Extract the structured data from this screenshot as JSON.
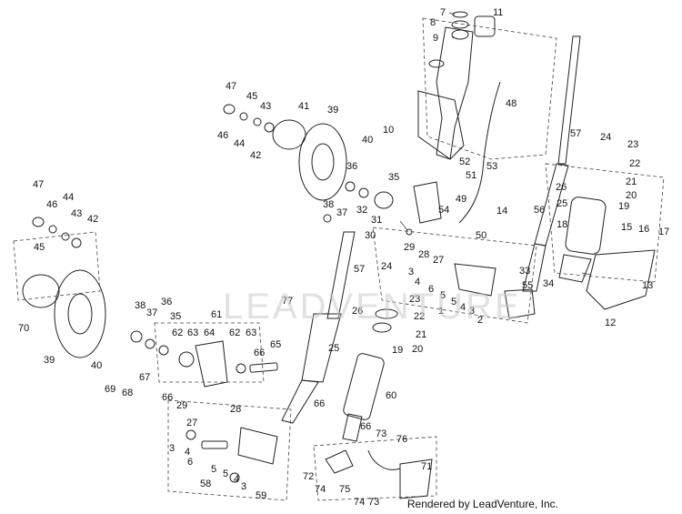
{
  "watermark_text": "LEADVENTURE",
  "footer_text": "Rendered by LeadVenture, Inc.",
  "labels": [
    "7",
    "8",
    "9",
    "11",
    "47",
    "45",
    "46",
    "44",
    "43",
    "41",
    "39",
    "40",
    "42",
    "10",
    "48",
    "52",
    "51",
    "53",
    "57",
    "24",
    "23",
    "22",
    "21",
    "20",
    "19",
    "26",
    "25",
    "18",
    "36",
    "35",
    "38",
    "37",
    "32",
    "31",
    "49",
    "54",
    "14",
    "56",
    "30",
    "29",
    "28",
    "27",
    "50",
    "15",
    "16",
    "17",
    "33",
    "55",
    "34",
    "13",
    "12",
    "47",
    "46",
    "44",
    "43",
    "42",
    "45",
    "70",
    "39",
    "40",
    "38",
    "37",
    "36",
    "35",
    "61",
    "62",
    "64",
    "62",
    "63",
    "63",
    "66",
    "65",
    "69",
    "68",
    "67",
    "66",
    "29",
    "28",
    "27",
    "4",
    "3",
    "6",
    "5",
    "5",
    "4",
    "3",
    "58",
    "59",
    "57",
    "77",
    "26",
    "25",
    "24",
    "3",
    "4",
    "6",
    "5",
    "23",
    "22",
    "21",
    "20",
    "19",
    "5",
    "4",
    "3",
    "2",
    "1",
    "66",
    "60",
    "66",
    "73",
    "76",
    "71",
    "72",
    "74",
    "75",
    "74",
    "73"
  ]
}
